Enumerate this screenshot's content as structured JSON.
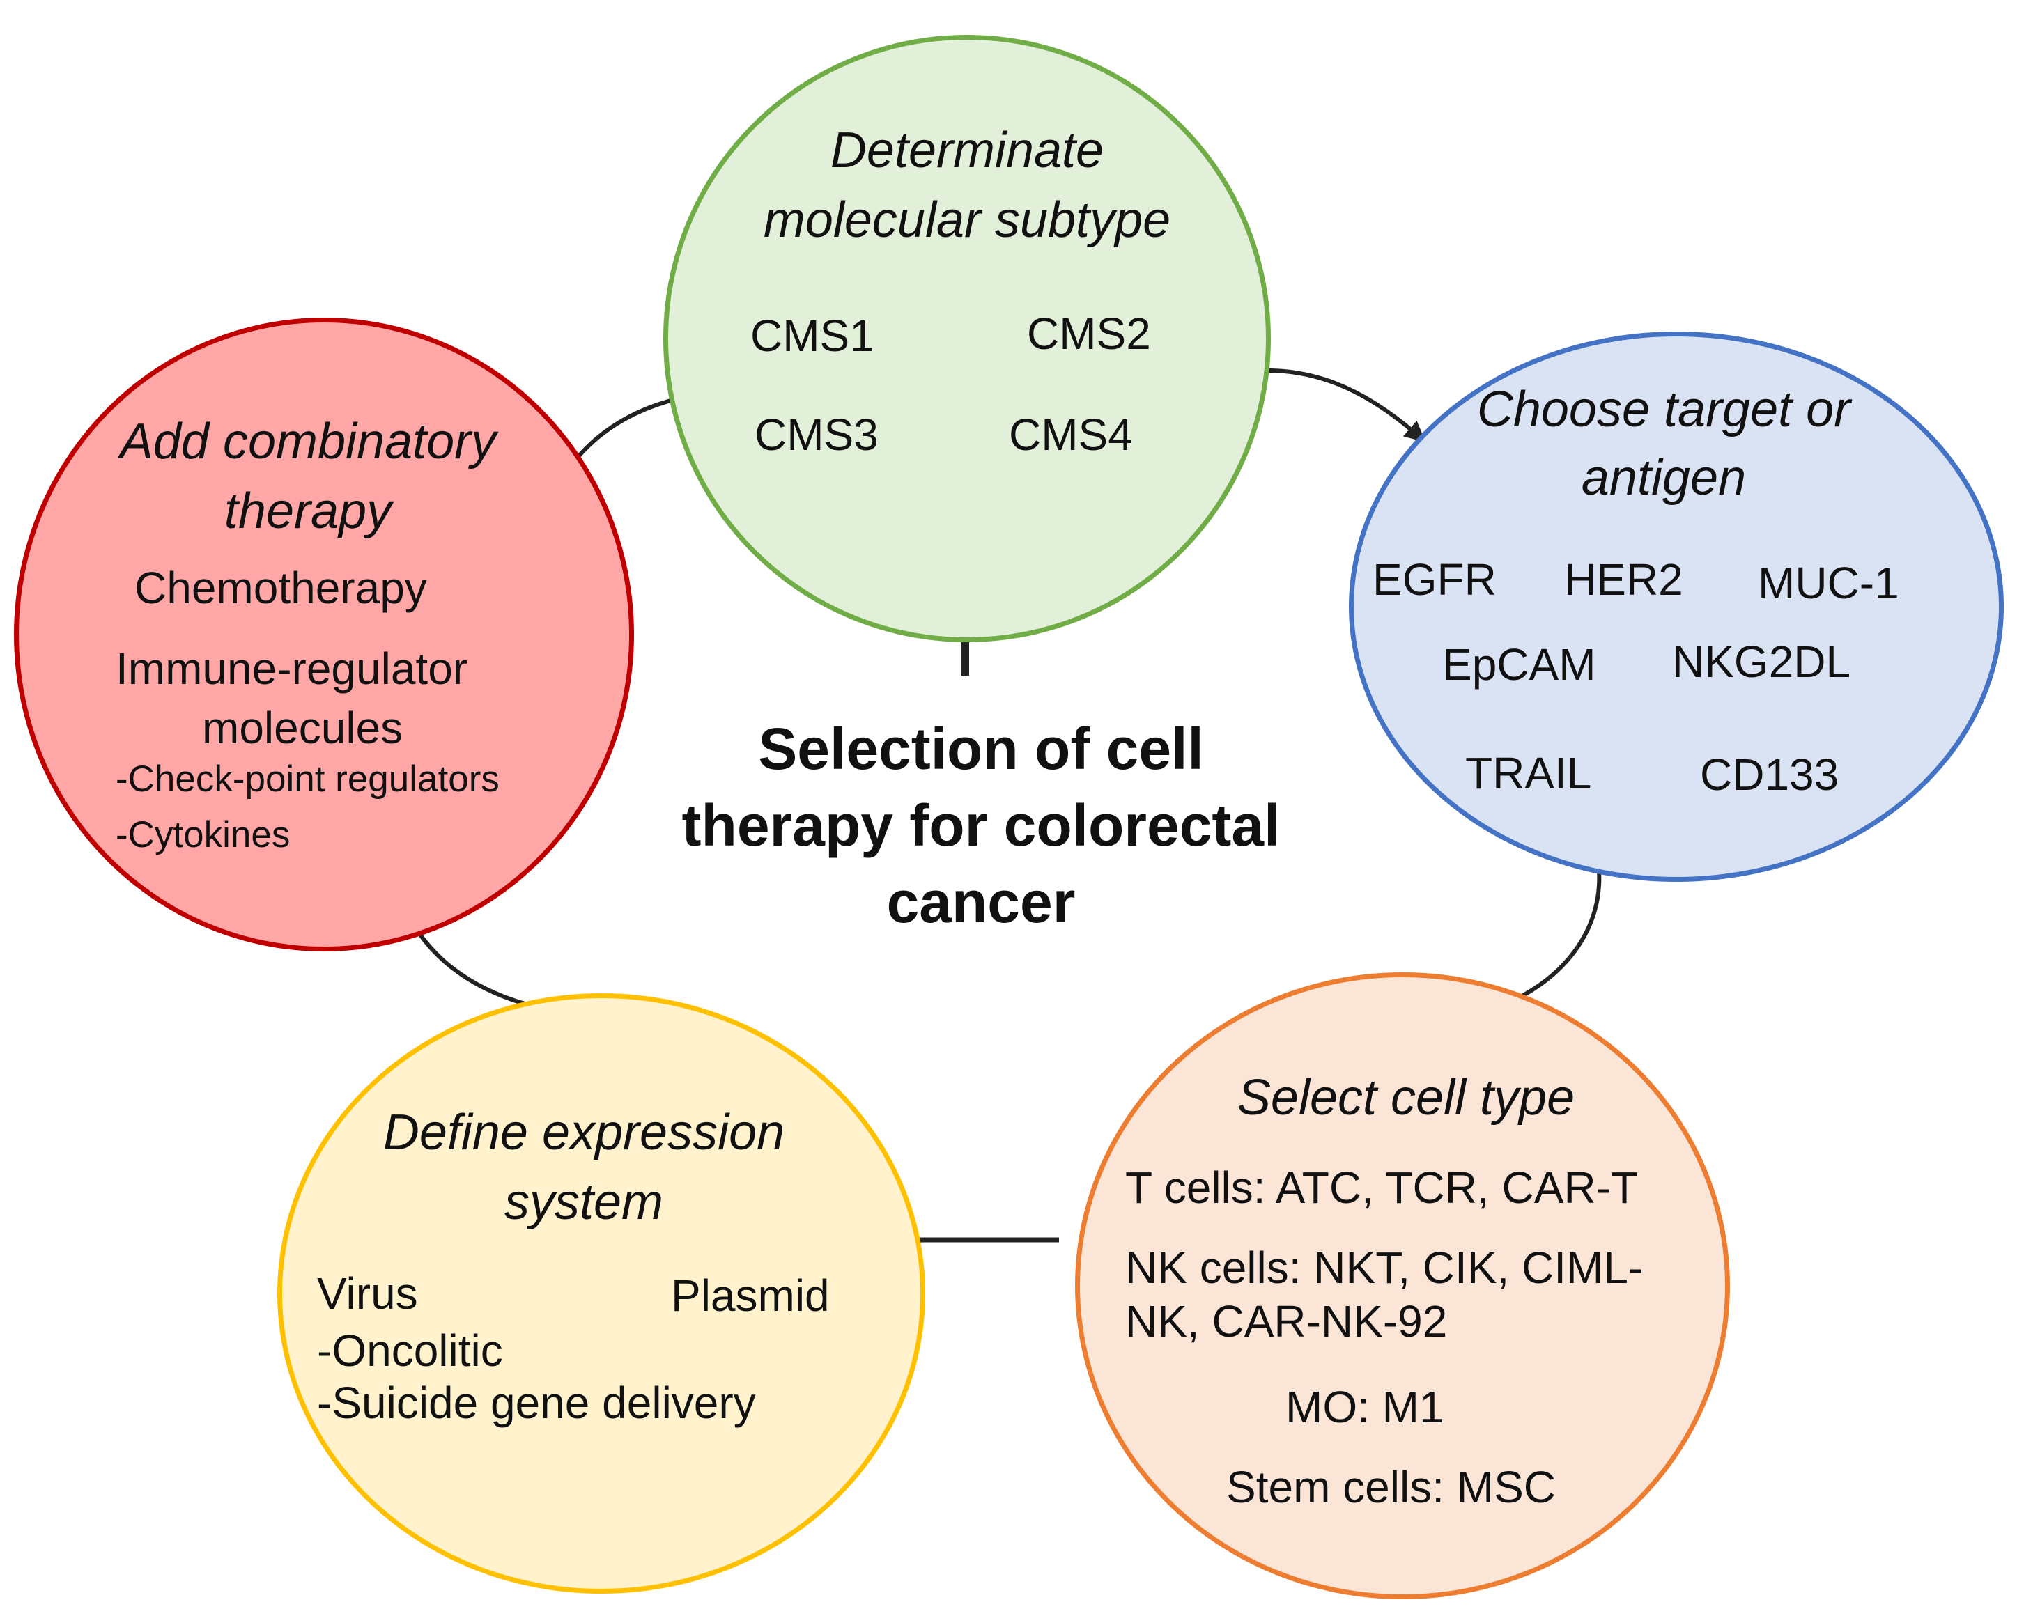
{
  "center": {
    "lines": [
      "Selection of cell",
      "therapy for colorectal",
      "cancer"
    ]
  },
  "colors": {
    "green_fill": "#e2efd9",
    "green_stroke": "#70ad47",
    "blue_fill": "#dae3f3",
    "blue_stroke": "#4472c4",
    "orange_fill": "#fbe5d6",
    "orange_stroke": "#ed7d31",
    "yellow_fill": "#fff2cc",
    "yellow_stroke": "#ffc000",
    "red_fill": "#ffa7a7",
    "red_stroke": "#c00000",
    "arrow": "#222222"
  },
  "subtype": {
    "title_lines": [
      "Determinate",
      "molecular subtype"
    ],
    "items": [
      "CMS1",
      "CMS2",
      "CMS3",
      "CMS4"
    ]
  },
  "target": {
    "title_lines": [
      "Choose target or",
      "antigen"
    ],
    "items": [
      "EGFR",
      "HER2",
      "MUC-1",
      "EpCAM",
      "NKG2DL",
      "TRAIL",
      "CD133"
    ]
  },
  "cell_type": {
    "title": "Select cell type",
    "lines": [
      "T cells: ATC, TCR, CAR-T",
      "NK cells: NKT, CIK, CIML-",
      "NK, CAR-NK-92",
      "MO: M1",
      "Stem cells: MSC"
    ]
  },
  "expression": {
    "title_lines": [
      "Define expression",
      "system"
    ],
    "items": [
      "Virus",
      "Plasmid",
      "-Oncolitic",
      "-Suicide gene delivery"
    ]
  },
  "combinatory": {
    "title_lines": [
      "Add combinatory",
      "therapy"
    ],
    "items": [
      "Chemotherapy",
      "Immune-regulator",
      "molecules",
      "-Check-point regulators",
      "-Cytokines"
    ]
  }
}
